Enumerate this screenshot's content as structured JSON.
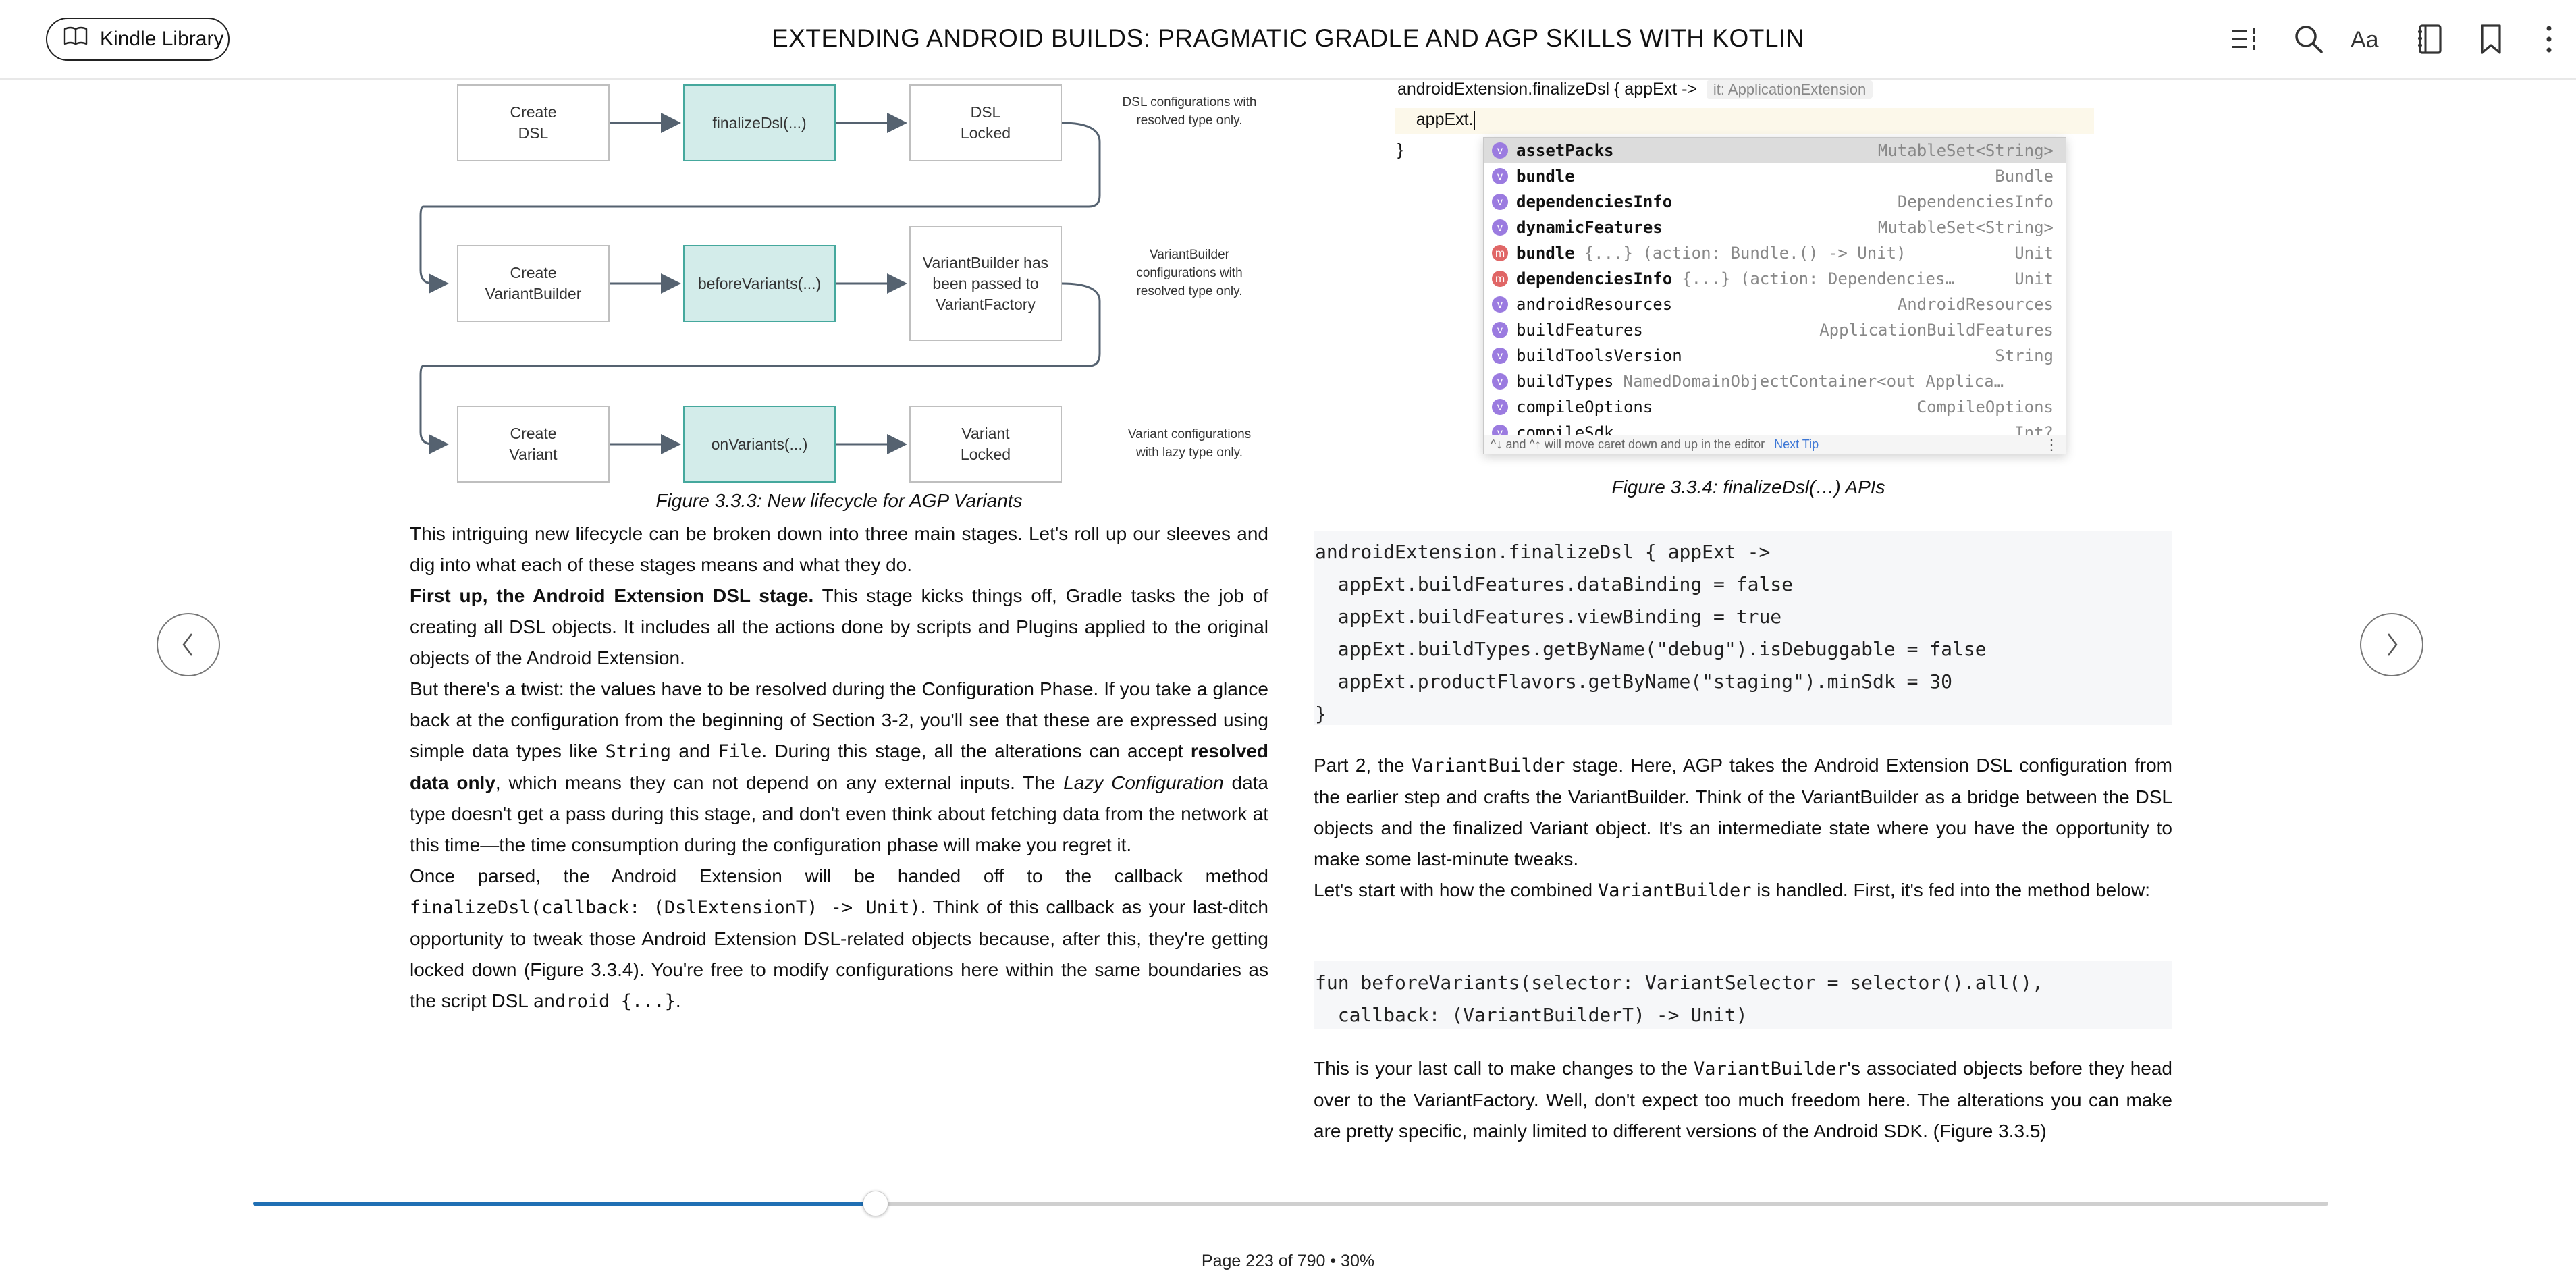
{
  "header": {
    "library_label": "Kindle Library",
    "title": "EXTENDING ANDROID BUILDS: PRAGMATIC GRADLE AND AGP SKILLS WITH KOTLIN",
    "icons": [
      "table-of-contents-icon",
      "search-icon",
      "font-settings-icon",
      "notebook-icon",
      "bookmark-icon",
      "more-options-icon"
    ]
  },
  "diagram": {
    "rows": [
      {
        "boxes": [
          "Create\nDSL",
          "finalizeDsl(...)",
          "DSL\nLocked"
        ],
        "note": "DSL configurations with resolved type only."
      },
      {
        "boxes": [
          "Create\nVariantBuilder",
          "beforeVariants(...)",
          "VariantBuilder has been passed to VariantFactory"
        ],
        "note": "VariantBuilder configurations with resolved type only."
      },
      {
        "boxes": [
          "Create\nVariant",
          "onVariants(...)",
          "Variant\nLocked"
        ],
        "note": "Variant configurations with lazy type only."
      }
    ],
    "caption": "Figure 3.3.3: New lifecycle for AGP Variants"
  },
  "left_text": {
    "p1": "This intriguing new lifecycle can be broken down into three main stages. Let's roll up our sleeves and dig into what each of these stages means and what they do.",
    "p2_bold": "First up, the Android Extension DSL stage.",
    "p2_rest": " This stage kicks things off, Gradle tasks the job of creating all DSL objects. It includes all the actions done by scripts and Plugins applied to the original objects of the Android Extension.",
    "p3_a": "But there's a twist: the values have to be resolved during the Configuration Phase. If you take a glance back at the configuration from the beginning of Section 3-2, you'll see that these are expressed using simple data types like ",
    "p3_code1": "String",
    "p3_b": " and ",
    "p3_code2": "File",
    "p3_c": ". During this stage, all the alterations can accept ",
    "p3_bold": "resolved data only",
    "p3_d": ", which means they can not depend on any external inputs. The ",
    "p3_italic": "Lazy Configuration",
    "p3_e": " data type doesn't get a pass during this stage, and don't even think about fetching data from the network at this time—the time consumption during the configuration phase will make you regret it.",
    "p4_a": "Once parsed, the Android Extension will be handed off to the callback method ",
    "p4_code": "finalizeDsl(callback: (DslExtensionT) -> Unit)",
    "p4_b": ". Think of this callback as your last-ditch opportunity to tweak those Android Extension DSL-related objects because, after this, they're getting locked down (Figure 3.3.4). You're free to modify configurations here within the same boundaries as the script DSL ",
    "p4_code2": "android {...}",
    "p4_c": "."
  },
  "ide": {
    "line1": "androidExtension.finalizeDsl { appExt ->",
    "inlay_hint": "it: ApplicationExtension",
    "line2": "    appExt.",
    "line3": "}",
    "completions": [
      {
        "kind": "v",
        "name": "assetPacks",
        "detail": "",
        "type": "MutableSet<String>",
        "bold": true,
        "selected": true
      },
      {
        "kind": "v",
        "name": "bundle",
        "detail": "",
        "type": "Bundle",
        "bold": true
      },
      {
        "kind": "v",
        "name": "dependenciesInfo",
        "detail": "",
        "type": "DependenciesInfo",
        "bold": true
      },
      {
        "kind": "v",
        "name": "dynamicFeatures",
        "detail": "",
        "type": "MutableSet<String>",
        "bold": true
      },
      {
        "kind": "m",
        "name": "bundle",
        "detail": "{...} (action: Bundle.() -> Unit)",
        "type": "Unit",
        "bold": true
      },
      {
        "kind": "m",
        "name": "dependenciesInfo",
        "detail": "{...} (action: Dependencies…",
        "type": "Unit",
        "bold": true
      },
      {
        "kind": "v",
        "name": "androidResources",
        "detail": "",
        "type": "AndroidResources",
        "bold": false
      },
      {
        "kind": "v",
        "name": "buildFeatures",
        "detail": "",
        "type": "ApplicationBuildFeatures",
        "bold": false
      },
      {
        "kind": "v",
        "name": "buildToolsVersion",
        "detail": "",
        "type": "String",
        "bold": false
      },
      {
        "kind": "v",
        "name": "buildTypes",
        "detail": "NamedDomainObjectContainer<out Applica…",
        "type": "",
        "bold": false
      },
      {
        "kind": "v",
        "name": "compileOptions",
        "detail": "",
        "type": "CompileOptions",
        "bold": false
      },
      {
        "kind": "v",
        "name": "compileSdk",
        "detail": "",
        "type": "Int?",
        "bold": false
      }
    ],
    "footer_hint": "^↓ and ^↑ will move caret down and up in the editor",
    "footer_tip": "Next Tip",
    "caption": "Figure 3.3.4: finalizeDsl(…) APIs"
  },
  "code1": {
    "lines": [
      "androidExtension.finalizeDsl { appExt ->",
      "  appExt.buildFeatures.dataBinding = false",
      "  appExt.buildFeatures.viewBinding = true",
      "  appExt.buildTypes.getByName(\"debug\").isDebuggable = false",
      "  appExt.productFlavors.getByName(\"staging\").minSdk = 30",
      "}"
    ]
  },
  "right_text": {
    "p1_a": "Part 2, the ",
    "p1_code": "VariantBuilder",
    "p1_b": " stage. Here, AGP takes the Android Extension DSL configuration from the earlier step and crafts the VariantBuilder. Think of the VariantBuilder as a bridge between the DSL objects and the finalized Variant object. It's an intermediate state where you have the opportunity to make some last-minute tweaks.",
    "p2_a": "Let's start with how the combined ",
    "p2_code": "VariantBuilder",
    "p2_b": " is handled. First, it's fed into the method below:",
    "p3_a": "This is your last call to make changes to the ",
    "p3_code": "VariantBuilder",
    "p3_b": "'s associated objects before they head over to the VariantFactory. Well, don't expect too much freedom here. The alterations you can make are pretty specific, mainly limited to different versions of the Android SDK. (Figure 3.3.5)"
  },
  "code2": {
    "lines": [
      "fun beforeVariants(selector: VariantSelector = selector().all(),",
      "  callback: (VariantBuilderT) -> Unit)"
    ]
  },
  "footer": {
    "progress_percent": 30,
    "status": "Page 223 of 790 • 30%"
  },
  "colors": {
    "progress_fill": "#1f6fb4",
    "teal_box": "#d3ecea",
    "teal_border": "#45a89d"
  }
}
